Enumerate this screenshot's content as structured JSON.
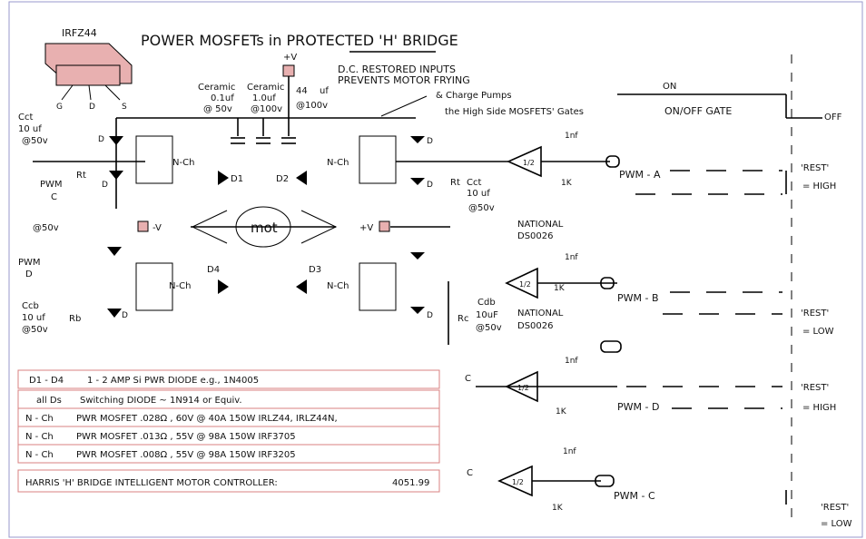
{
  "title": "POWER MOSFETs in PROTECTED 'H' BRIDGE",
  "chip_label": "IRFZ44",
  "chip_pins": [
    "G",
    "D",
    "S"
  ],
  "supply": {
    "plus_v": "+V"
  },
  "caps_top": {
    "c1": [
      "Ceramic",
      "0.1uf",
      "@ 50v"
    ],
    "c2": [
      "Ceramic",
      "1.0uf",
      "@100v"
    ],
    "c3": [
      "44",
      "uf",
      "@100v"
    ]
  },
  "note_inputs": [
    "D.C. RESTORED INPUTS",
    "PREVENTS MOTOR FRYING"
  ],
  "note_pumps": [
    "& Charge Pumps",
    "the High Side MOSFETS' Gates"
  ],
  "cct": [
    "Cct",
    "10 uf",
    "@50v"
  ],
  "cct_right": [
    "Cct",
    "10 uf",
    "@50v"
  ],
  "pwm_c_left": [
    "PWM",
    "C"
  ],
  "rt_left": "Rt",
  "rt_right": "Rt",
  "nch": "N-Ch",
  "d_label": "D",
  "d1": "D1",
  "d2": "D2",
  "d3": "D3",
  "d4": "D4",
  "mot": "mot",
  "at50v": "@50v",
  "minus_v": "-V",
  "plus_v2": "+V",
  "national": [
    "NATIONAL",
    "DS0026"
  ],
  "national2": [
    "NATIONAL",
    "DS0026"
  ],
  "pwm_d_left": [
    "PWM",
    "D"
  ],
  "ccb": [
    "Ccb",
    "10 uf",
    "@50v"
  ],
  "rb": "Rb",
  "rc": "Rc",
  "cdb": [
    "Cdb",
    "10uF",
    "@50v"
  ],
  "half": "1/2",
  "cap_1nf": "1nf",
  "res_1k": "1K",
  "c_label": "C",
  "signals": {
    "on": "ON",
    "gate": "ON/OFF GATE",
    "off": "OFF",
    "pwm_a": "PWM - A",
    "pwm_b": "PWM - B",
    "pwm_c": "PWM - C",
    "pwm_d": "PWM - D",
    "rest": "'REST'",
    "high": "= HIGH",
    "low": "= LOW"
  },
  "table": [
    [
      "D1 - D4",
      "1 - 2 AMP Si PWR DIODE e.g., 1N4005"
    ],
    [
      "all Ds",
      "Switching DIODE ~ 1N914 or Equiv."
    ],
    [
      "N - Ch",
      "PWR MOSFET .028Ω , 60V @ 40A 150W   IRLZ44, IRLZ44N,"
    ],
    [
      "N - Ch",
      "PWR MOSFET .013Ω , 55V @ 98A 150W   IRF3705"
    ],
    [
      "N - Ch",
      "PWR MOSFET .008Ω , 55V @ 98A 150W   IRF3205"
    ]
  ],
  "footer": {
    "left": "HARRIS 'H' BRIDGE INTELLIGENT MOTOR CONTROLLER:",
    "right": "4051.99"
  }
}
